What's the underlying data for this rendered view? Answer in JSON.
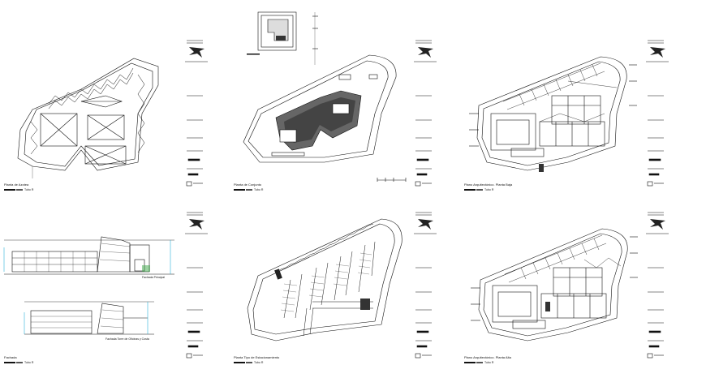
{
  "sheets": [
    {
      "caption": "Planta de Azotea"
    },
    {
      "caption": "Planta de Conjunto"
    },
    {
      "caption": "Plano Arquitectónico. Planta Baja"
    },
    {
      "caption": "Fachada"
    },
    {
      "caption": "Planta Tipo de Estacionamiento"
    },
    {
      "caption": "Plano Arquitectónico. Planta Alta"
    }
  ],
  "elevations": {
    "principal": "Fachada Principal",
    "torre": "Fachada Torre de Oficinas y Costa"
  },
  "scale_note": "Tubo R",
  "colors": {
    "line": "#111111",
    "accent": "#2bb3d9",
    "green": "#39a845"
  }
}
